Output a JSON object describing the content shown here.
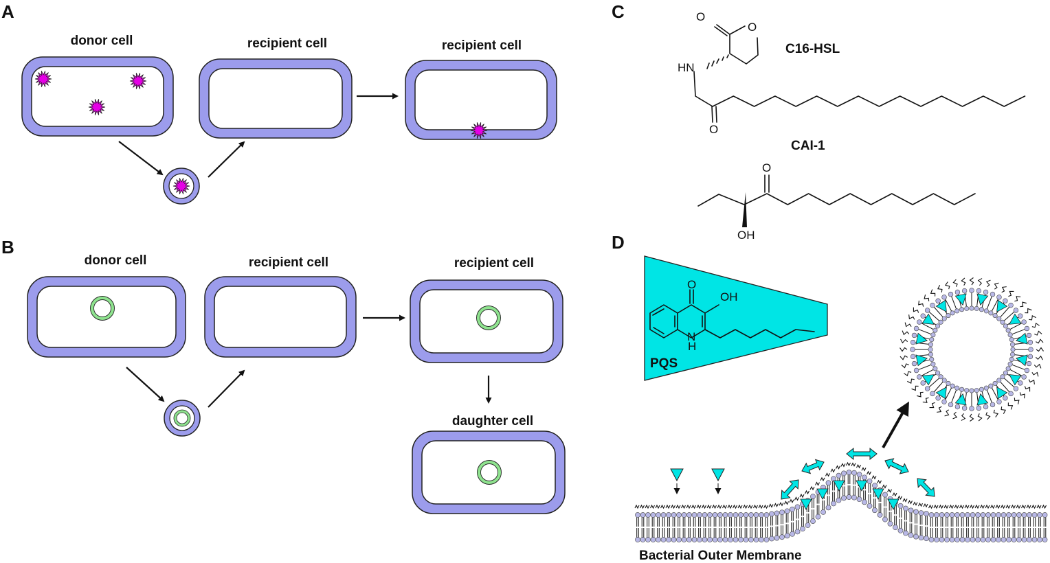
{
  "colors": {
    "membrane": "#9c9cec",
    "membrane_stroke": "#222222",
    "signal": "#e600e6",
    "plasmid": "#8fe38f",
    "pqs_fill": "#00e5e5",
    "lipid_head": "#b8b8e6"
  },
  "panels": {
    "A": {
      "letter": "A",
      "donor_label": "donor cell",
      "recipient_label_1": "recipient cell",
      "recipient_label_2": "recipient cell",
      "cargo": "signal-molecule"
    },
    "B": {
      "letter": "B",
      "donor_label": "donor cell",
      "recipient_label_1": "recipient cell",
      "recipient_label_2": "recipient cell",
      "daughter_label": "daughter cell",
      "cargo": "plasmid"
    },
    "C": {
      "letter": "C",
      "molecule_1": {
        "name": "C16-HSL",
        "atom_o_carbonyl": "O",
        "atom_o_ring": "O",
        "atom_hn": "HN",
        "atom_o_amide": "O"
      },
      "molecule_2": {
        "name": "CAI-1",
        "atom_o_ketone": "O",
        "atom_oh": "OH"
      }
    },
    "D": {
      "letter": "D",
      "pqs_label": "PQS",
      "atom_o": "O",
      "atom_oh": "OH",
      "atom_n": "N",
      "atom_h": "H",
      "membrane_label": "Bacterial Outer Membrane"
    }
  }
}
